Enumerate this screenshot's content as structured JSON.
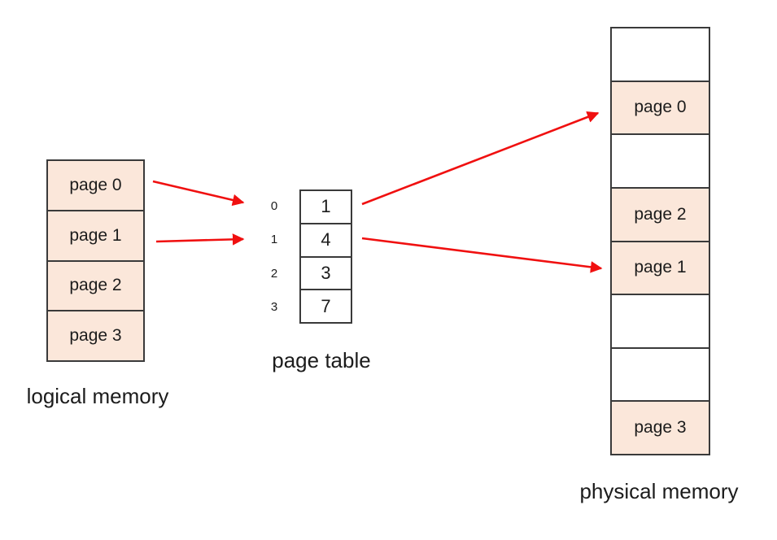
{
  "title": "paging-diagram",
  "colors": {
    "page_fill": "#fbe7da",
    "box_border": "#3a3a3a",
    "arrow": "#f01010",
    "text": "#1c1c1c",
    "background": "#ffffff"
  },
  "logical_memory": {
    "label": "logical memory",
    "cells": [
      "page 0",
      "page 1",
      "page 2",
      "page 3"
    ]
  },
  "page_table": {
    "label": "page table",
    "rows": [
      {
        "index": "0",
        "value": "1"
      },
      {
        "index": "1",
        "value": "4"
      },
      {
        "index": "2",
        "value": "3"
      },
      {
        "index": "3",
        "value": "7"
      }
    ]
  },
  "physical_memory": {
    "label": "physical memory",
    "frames": [
      {
        "text": "",
        "filled": false
      },
      {
        "text": "page 0",
        "filled": true
      },
      {
        "text": "",
        "filled": false
      },
      {
        "text": "page 2",
        "filled": true
      },
      {
        "text": "page 1",
        "filled": true
      },
      {
        "text": "",
        "filled": false
      },
      {
        "text": "",
        "filled": false
      },
      {
        "text": "page 3",
        "filled": true
      }
    ]
  },
  "arrows": [
    {
      "from": "logical memory page 0",
      "to": "page table entry 0"
    },
    {
      "from": "logical memory page 1",
      "to": "page table entry 1"
    },
    {
      "from": "page table entry 0 value 1",
      "to": "physical memory frame 1 page 0"
    },
    {
      "from": "page table entry 1 value 4",
      "to": "physical memory frame 4 page 1"
    }
  ]
}
